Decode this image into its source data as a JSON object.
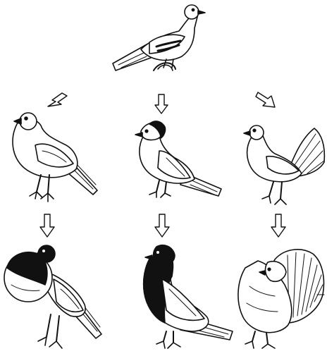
{
  "diagram": {
    "nodes": [
      {
        "id": "ancestor",
        "name": "wild-rock-pigeon",
        "icon": "pigeon-ancestor"
      },
      {
        "id": "mid-left",
        "name": "domestic-pigeon-plain",
        "icon": "pigeon-plain"
      },
      {
        "id": "mid-center",
        "name": "domestic-pigeon-crested",
        "icon": "pigeon-crested"
      },
      {
        "id": "mid-right",
        "name": "domestic-pigeon-raised-tail",
        "icon": "pigeon-raised-tail"
      },
      {
        "id": "bottom-left",
        "name": "pouter-pigeon",
        "icon": "pigeon-pouter"
      },
      {
        "id": "bottom-center",
        "name": "dark-hooded-pigeon",
        "icon": "pigeon-hooded"
      },
      {
        "id": "bottom-right",
        "name": "fantail-pigeon",
        "icon": "pigeon-fantail"
      }
    ],
    "arrows": [
      {
        "from": "ancestor",
        "to": "mid-left",
        "direction": "down-left"
      },
      {
        "from": "ancestor",
        "to": "mid-center",
        "direction": "down"
      },
      {
        "from": "ancestor",
        "to": "mid-right",
        "direction": "down-right"
      },
      {
        "from": "mid-left",
        "to": "bottom-left",
        "direction": "down"
      },
      {
        "from": "mid-center",
        "to": "bottom-center",
        "direction": "down"
      },
      {
        "from": "mid-right",
        "to": "bottom-right",
        "direction": "down"
      }
    ],
    "colors": {
      "ink": "#111111",
      "paper": "#ffffff",
      "shade": "#1a1a1a"
    }
  }
}
